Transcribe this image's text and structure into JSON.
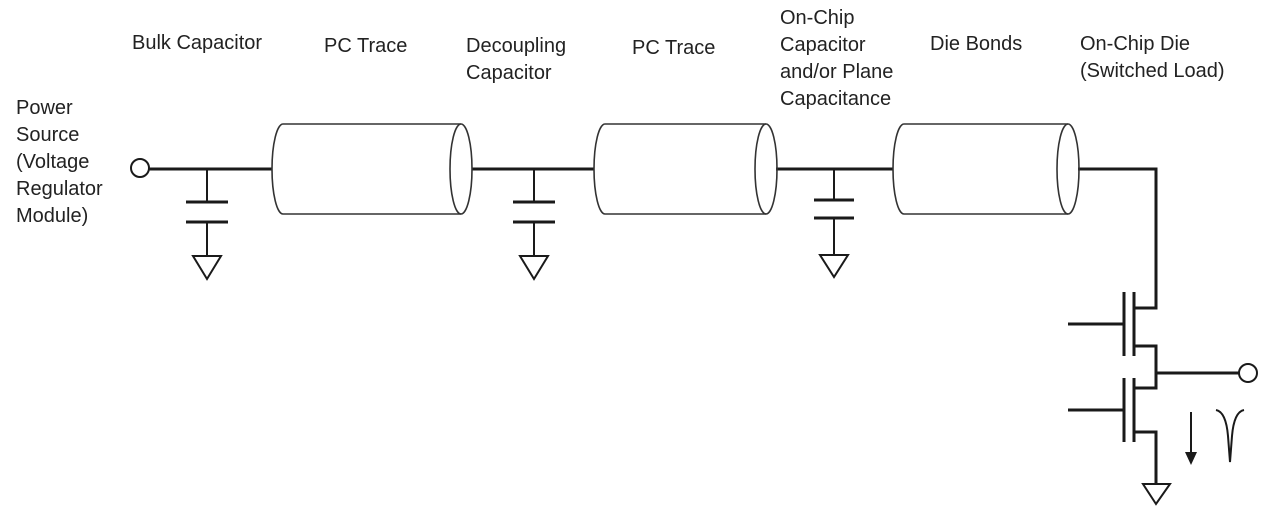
{
  "labels": {
    "power_source": [
      "Power",
      "Source",
      "(Voltage",
      "Regulator",
      "Module)"
    ],
    "bulk_capacitor": [
      "Bulk Capacitor"
    ],
    "pc_trace_1": [
      "PC Trace"
    ],
    "decoupling_capacitor": [
      "Decoupling",
      "Capacitor"
    ],
    "pc_trace_2": [
      "PC Trace"
    ],
    "on_chip_capacitor": [
      "On-Chip",
      "Capacitor",
      "and/or Plane",
      "Capacitance"
    ],
    "die_bonds": [
      "Die Bonds"
    ],
    "on_chip_die": [
      "On-Chip Die",
      "(Switched Load)"
    ]
  },
  "symbols": {
    "current_arrow": "down-arrow",
    "current_waveform": "current-spike-waveform"
  }
}
